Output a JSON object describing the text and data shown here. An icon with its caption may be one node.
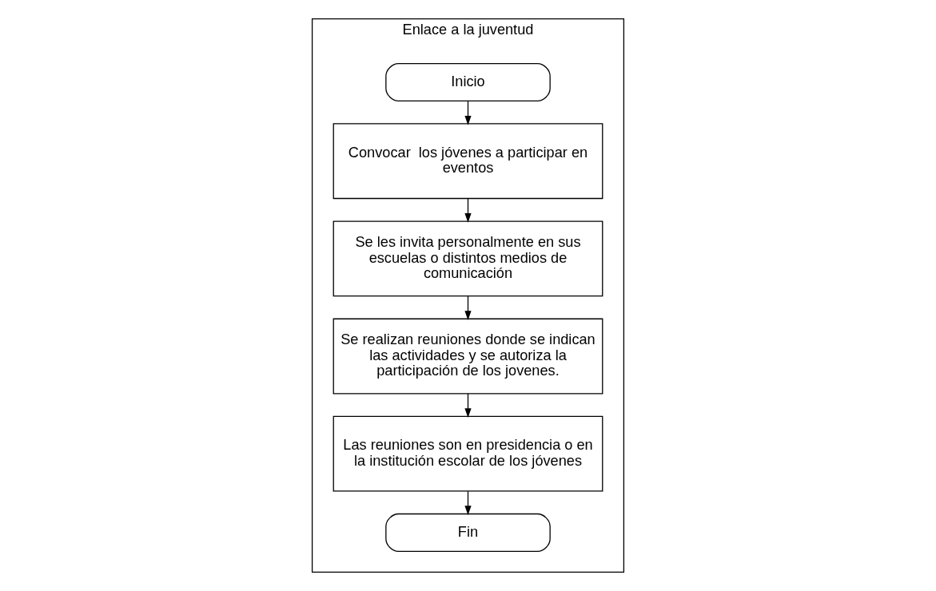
{
  "diagram": {
    "nodes": [
      {
        "text": [
          "Enlace a la juventud"
        ]
      },
      {
        "text": [
          "Inicio"
        ],
        "in": 0
      },
      {
        "text": [
          "Convocar  los jóvenes a participar en eventos"
        ],
        "in": 0
      },
      {
        "text": [
          "Se les invita personalmente en sus escuelas o distintos medios de comunicación"
        ],
        "in": 0
      },
      {
        "text": [
          "Se realizan reuniones donde se indican las actividades y se autoriza la participación de los jovenes."
        ],
        "in": 0
      },
      {
        "text": [
          "Las reuniones son en presidencia o en la institución escolar de los jóvenes"
        ],
        "in": 0
      },
      {
        "text": [
          "Fin"
        ],
        "in": 0
      }
    ],
    "edges": [
      {
        "from": 1,
        "to": 2,
        "arrow": "to"
      },
      {
        "from": 2,
        "to": 3,
        "arrow": "to"
      },
      {
        "from": 3,
        "to": 4,
        "arrow": "to"
      },
      {
        "from": 4,
        "to": 5,
        "arrow": "to"
      },
      {
        "from": 5,
        "to": 6,
        "arrow": "to"
      }
    ]
  }
}
